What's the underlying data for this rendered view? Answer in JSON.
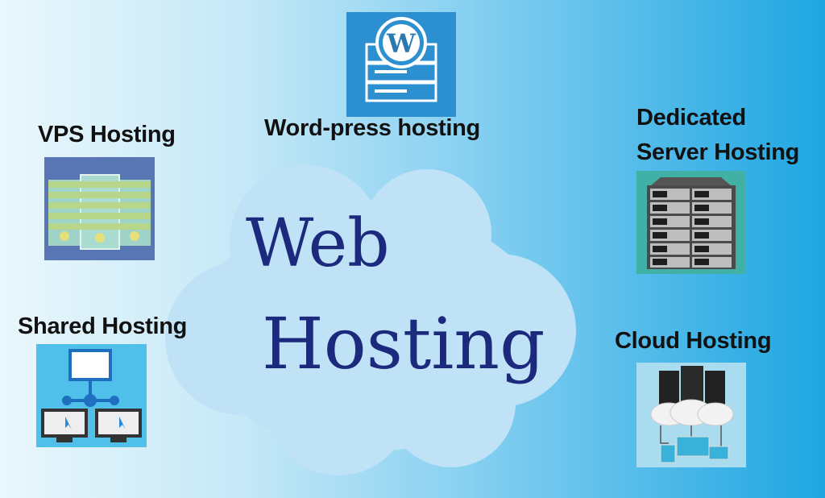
{
  "title": {
    "line1": "Web",
    "line2": "Hosting"
  },
  "items": [
    {
      "label": "Word-press hosting",
      "icon": "wordpress-server-icon"
    },
    {
      "label": "VPS Hosting",
      "icon": "vps-server-icon"
    },
    {
      "label_line1": "Dedicated",
      "label_line2": "Server Hosting",
      "icon": "server-rack-icon"
    },
    {
      "label": "Shared Hosting",
      "icon": "network-computers-icon"
    },
    {
      "label": "Cloud Hosting",
      "icon": "cloud-servers-icon"
    }
  ],
  "colors": {
    "cloud": "#bfe2f7",
    "title": "#1c2a7e",
    "wp_bg": "#2c8fd0",
    "vps_bg": "#5876b3",
    "shared_bg": "#4fc0ea",
    "dedicated_bg": "#41b1a6",
    "cloud_bg": "#a9dcee"
  }
}
